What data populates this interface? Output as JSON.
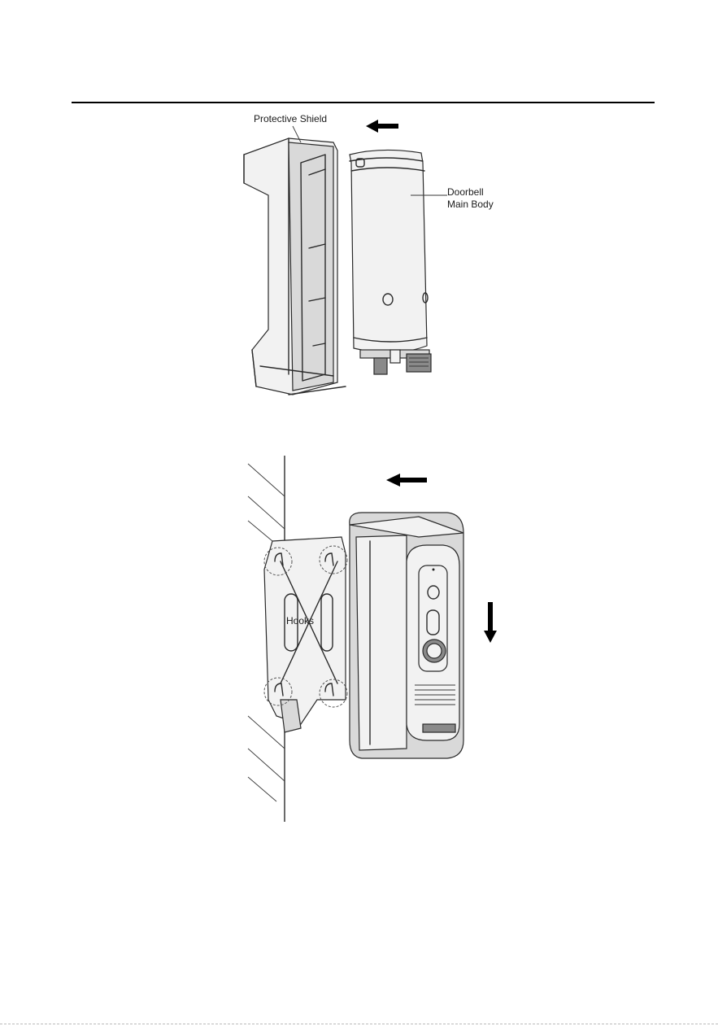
{
  "figures": {
    "top": {
      "label_shield": "Protective Shield",
      "label_body_line1": "Doorbell",
      "label_body_line2": "Main Body"
    },
    "bottom": {
      "label_hooks": "Hooks"
    }
  },
  "icons": {
    "top_arrow": "arrow-left-icon",
    "bottom_arrow_left": "arrow-left-icon",
    "bottom_arrow_down": "arrow-down-icon"
  }
}
